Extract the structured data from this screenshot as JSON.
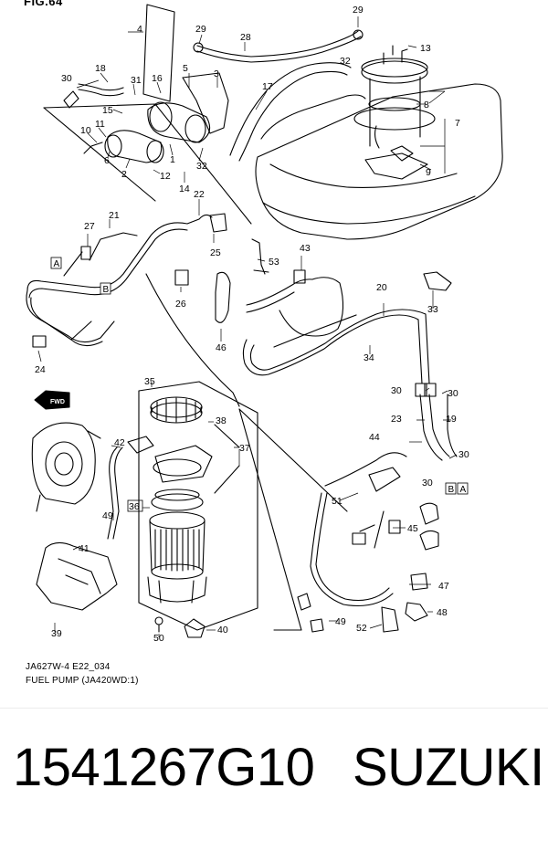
{
  "diagram": {
    "header": "FIG.64",
    "caption_code": "JA627W-4 E22_034",
    "caption_title": "FUEL PUMP (JA420WD:1)",
    "front_arrow": "FWD",
    "box_labels": {
      "a_left": "A",
      "b_left": "B",
      "a_right": "A",
      "b_right": "B"
    },
    "callouts": [
      {
        "id": "c4",
        "text": "4"
      },
      {
        "id": "c29a",
        "text": "29"
      },
      {
        "id": "c28",
        "text": "28"
      },
      {
        "id": "c29b",
        "text": "29"
      },
      {
        "id": "c13",
        "text": "13"
      },
      {
        "id": "c30a",
        "text": "30"
      },
      {
        "id": "c18",
        "text": "18"
      },
      {
        "id": "c31",
        "text": "31"
      },
      {
        "id": "c16",
        "text": "16"
      },
      {
        "id": "c5",
        "text": "5"
      },
      {
        "id": "c3",
        "text": "3"
      },
      {
        "id": "c17",
        "text": "17"
      },
      {
        "id": "c32a",
        "text": "32"
      },
      {
        "id": "c8",
        "text": "8"
      },
      {
        "id": "c7",
        "text": "7"
      },
      {
        "id": "c15",
        "text": "15"
      },
      {
        "id": "c10",
        "text": "10"
      },
      {
        "id": "c11",
        "text": "11"
      },
      {
        "id": "c6",
        "text": "6"
      },
      {
        "id": "c2",
        "text": "2"
      },
      {
        "id": "c1",
        "text": "1"
      },
      {
        "id": "c12",
        "text": "12"
      },
      {
        "id": "c32b",
        "text": "32"
      },
      {
        "id": "c14",
        "text": "14"
      },
      {
        "id": "c9",
        "text": "9"
      },
      {
        "id": "c22",
        "text": "22"
      },
      {
        "id": "c27",
        "text": "27"
      },
      {
        "id": "c21",
        "text": "21"
      },
      {
        "id": "c25",
        "text": "25"
      },
      {
        "id": "c43",
        "text": "43"
      },
      {
        "id": "c53",
        "text": "53"
      },
      {
        "id": "c26",
        "text": "26"
      },
      {
        "id": "c20",
        "text": "20"
      },
      {
        "id": "c33",
        "text": "33"
      },
      {
        "id": "c24",
        "text": "24"
      },
      {
        "id": "c46",
        "text": "46"
      },
      {
        "id": "c34",
        "text": "34"
      },
      {
        "id": "c35",
        "text": "35"
      },
      {
        "id": "c30b",
        "text": "30"
      },
      {
        "id": "c30c",
        "text": "30"
      },
      {
        "id": "c38",
        "text": "38"
      },
      {
        "id": "c23",
        "text": "23"
      },
      {
        "id": "c19",
        "text": "19"
      },
      {
        "id": "c42",
        "text": "42"
      },
      {
        "id": "c37",
        "text": "37"
      },
      {
        "id": "c44",
        "text": "44"
      },
      {
        "id": "c30d",
        "text": "30"
      },
      {
        "id": "c30e",
        "text": "30"
      },
      {
        "id": "c36",
        "text": "36"
      },
      {
        "id": "c51",
        "text": "51"
      },
      {
        "id": "c49a",
        "text": "49"
      },
      {
        "id": "c45",
        "text": "45"
      },
      {
        "id": "c41",
        "text": "41"
      },
      {
        "id": "c47",
        "text": "47"
      },
      {
        "id": "c48",
        "text": "48"
      },
      {
        "id": "c49b",
        "text": "49"
      },
      {
        "id": "c52",
        "text": "52"
      },
      {
        "id": "c40",
        "text": "40"
      },
      {
        "id": "c50",
        "text": "50"
      },
      {
        "id": "c39",
        "text": "39"
      }
    ]
  },
  "listing": {
    "part_number": "1541267G10",
    "brand": "SUZUKI"
  }
}
